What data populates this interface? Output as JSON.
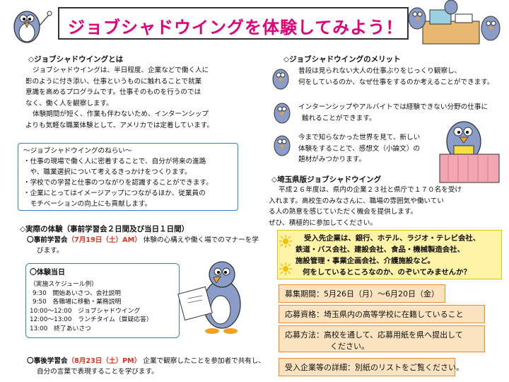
{
  "title": "ジョブシャドウイングを体験してみよう！",
  "about": {
    "heading": "◇ジョブシャドウイングとは",
    "lines": [
      "ジョブシャドウイングは、半日程度、企業などで働く人に",
      "影のように付き添い、仕事というものに触れることで就業",
      "意識を高めるプログラムです。仕事そのものを行うのでは",
      "なく、働く人を観察します。",
      "体験期間が短く、作業も伴わないため、インターンシップ",
      "よりも気軽な職業体験として、アメリカでは定着しています。"
    ]
  },
  "aims": {
    "heading": "～ジョブシャドウイングのねらい～",
    "lines": [
      "・仕事の現場で働く人に密着することで、自分が将来の進路",
      "　や、職業選択について考えるきっかけをつくります。",
      "・学校での学習と仕事のつながりを認識することができます。",
      "・企業にとってはイメージアップにつながるほか、従業員の",
      "　モチベーションの向上にも貢献します。"
    ]
  },
  "actual": {
    "heading": "◇実際の体験（事前学習会２日間及び当日１日間）",
    "pre_label": "〇事前学習会",
    "pre_date": "（7月19日（土）AM）",
    "pre_text": "体験の心構えや働く場でのマナーを学",
    "pre_text2": "びます。",
    "day_heading": "〇体験当日",
    "schedule_title": "（実施スケジュール例）",
    "schedule": [
      "9:30　開始あいさつ、会社説明",
      "9:50　各職場に移動・業務説明",
      "10:00〜12:00　ジョブシャドウイング",
      "12:00〜13:00　ランチタイム（質疑応答）",
      "13:00　終了あいさつ"
    ],
    "post_label": "〇事後学習会",
    "post_date": "（8月23日（土）PM）",
    "post_text": "企業で観察したことを参加者で共有し、",
    "post_text2": "自分の言葉で表現することを学びます。"
  },
  "merits": {
    "heading": "◇ジョブシャドウイングのメリット",
    "items": [
      [
        "普段は見られない大人の仕事ぶりをじっくり観察し、",
        "何をしているのか、なぜ仕事をするのか考えることができます。"
      ],
      [
        "インターンシップやアルバイトでは経験できない分野の仕事に",
        "触れることができます。"
      ],
      [
        "今まで知らなかった世界を見て、新しい",
        "体験をすることで、感想文（小論文）の",
        "題材がみつかります。"
      ]
    ]
  },
  "saitama": {
    "heading": "◇埼玉県版ジョブシャドウイング",
    "lines": [
      "平成２６年度は、県内の企業２３社と県庁で１７０名を受け",
      "入れます。高校生のみなさんに、職場の雰囲気や働いてい",
      "る人の熱意を感じていただく機会を提供します。",
      "ぜひ、積極的に参加してください。"
    ]
  },
  "companies": {
    "lines": [
      "受入先企業は、銀行、ホテル、ラジオ・テレビ会社、",
      "鉄道・バス会社、建設会社、食品・機械製造会社、",
      "施設管理・事業企画会社、介護施設など。",
      "何をしているところなのか、のぞいてみませんか？"
    ]
  },
  "info": {
    "period": "募集期間：5月26日（月）～6月20日（金）",
    "qualification": "応募資格：埼玉県内の高等学校に在籍していること",
    "method1": "応募方法：高校を通して、応募用紙を県へ提出して",
    "method2": "ください。",
    "details": "受入企業等の詳細：別紙のリストをご覧ください。"
  },
  "colors": {
    "title": "#e0007a",
    "accent": "#e03020",
    "box_blue": "#3a7fc4",
    "yellow": "#fff3a8",
    "orange": "#fbe3c0"
  }
}
